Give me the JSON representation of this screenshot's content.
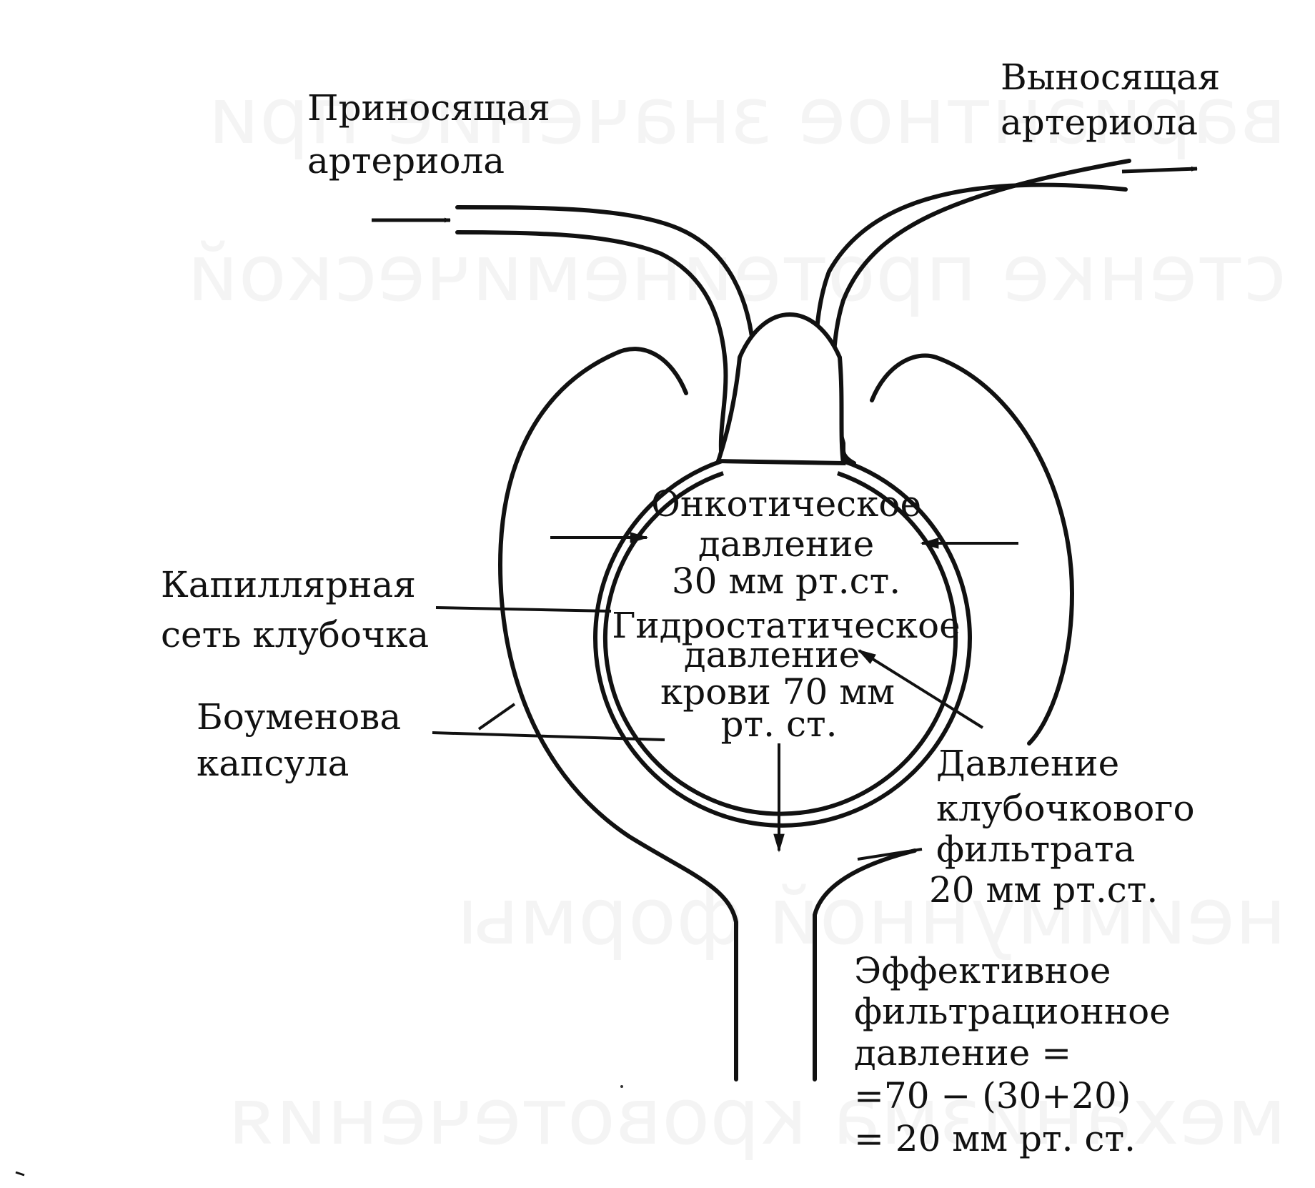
{
  "labels": {
    "afferent": [
      "Приносящая",
      "артериола"
    ],
    "efferent": [
      "Выносящая",
      "артериола"
    ],
    "capillary": [
      "Капиллярная",
      "сеть клубочка"
    ],
    "bowman": [
      "Боуменова",
      "капсула"
    ],
    "oncotic": [
      "Онкотическое",
      "давление",
      "30 мм рт.ст."
    ],
    "hydrostatic": [
      "Гидростатическое",
      "давление",
      "крови 70 мм",
      "рт. ст."
    ],
    "filtrate": [
      "Давление",
      "клубочкового",
      "фильтрата",
      "20 мм рт.ст."
    ],
    "effective": [
      "Эффективное",
      "фильтрационное",
      "давление =",
      "=70 − (30+20)",
      "= 20 мм рт. ст."
    ]
  },
  "colors": {
    "ink": "#111111",
    "background": "#ffffff"
  }
}
